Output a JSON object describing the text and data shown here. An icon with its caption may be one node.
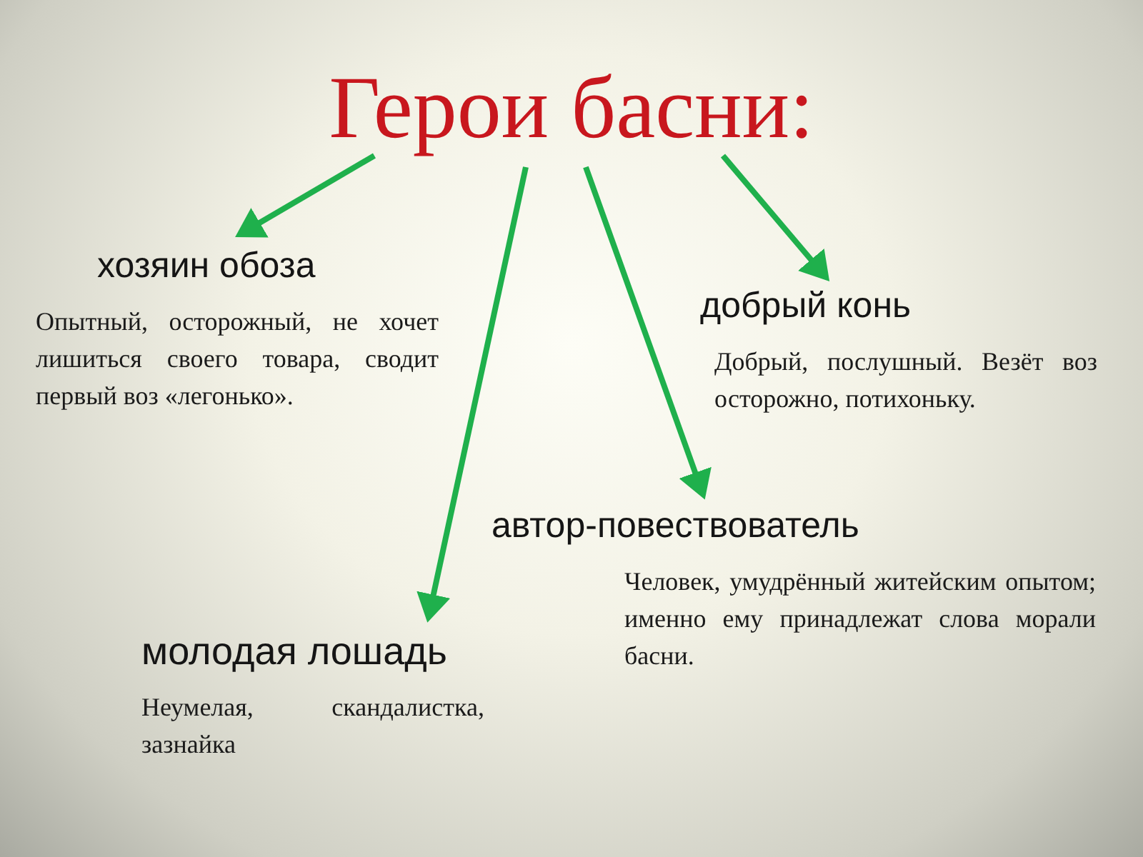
{
  "diagram": {
    "nodes": [
      {
        "text": [
          "Герои басни:"
        ]
      },
      {
        "text": [
          "хозяин обоза",
          "Опытный, осторожный, не хочет лишиться своего товара, сводит первый воз «легонько»."
        ]
      },
      {
        "text": [
          "добрый конь",
          "Добрый, послушный. Везёт воз осторожно, потихоньку."
        ]
      },
      {
        "text": [
          "автор-повествователь",
          "Человек, умудрённый житейским опытом; именно ему принадлежат слова морали басни."
        ]
      },
      {
        "text": [
          "молодая лошадь",
          "Неумелая, скандалистка, зазнайка"
        ]
      }
    ],
    "edges": [
      {
        "from": 0,
        "to": 1,
        "arrow": "to"
      },
      {
        "from": 0,
        "to": 4,
        "arrow": "to"
      },
      {
        "from": 0,
        "to": 3,
        "arrow": "to"
      },
      {
        "from": 0,
        "to": 2,
        "arrow": "to"
      }
    ]
  }
}
